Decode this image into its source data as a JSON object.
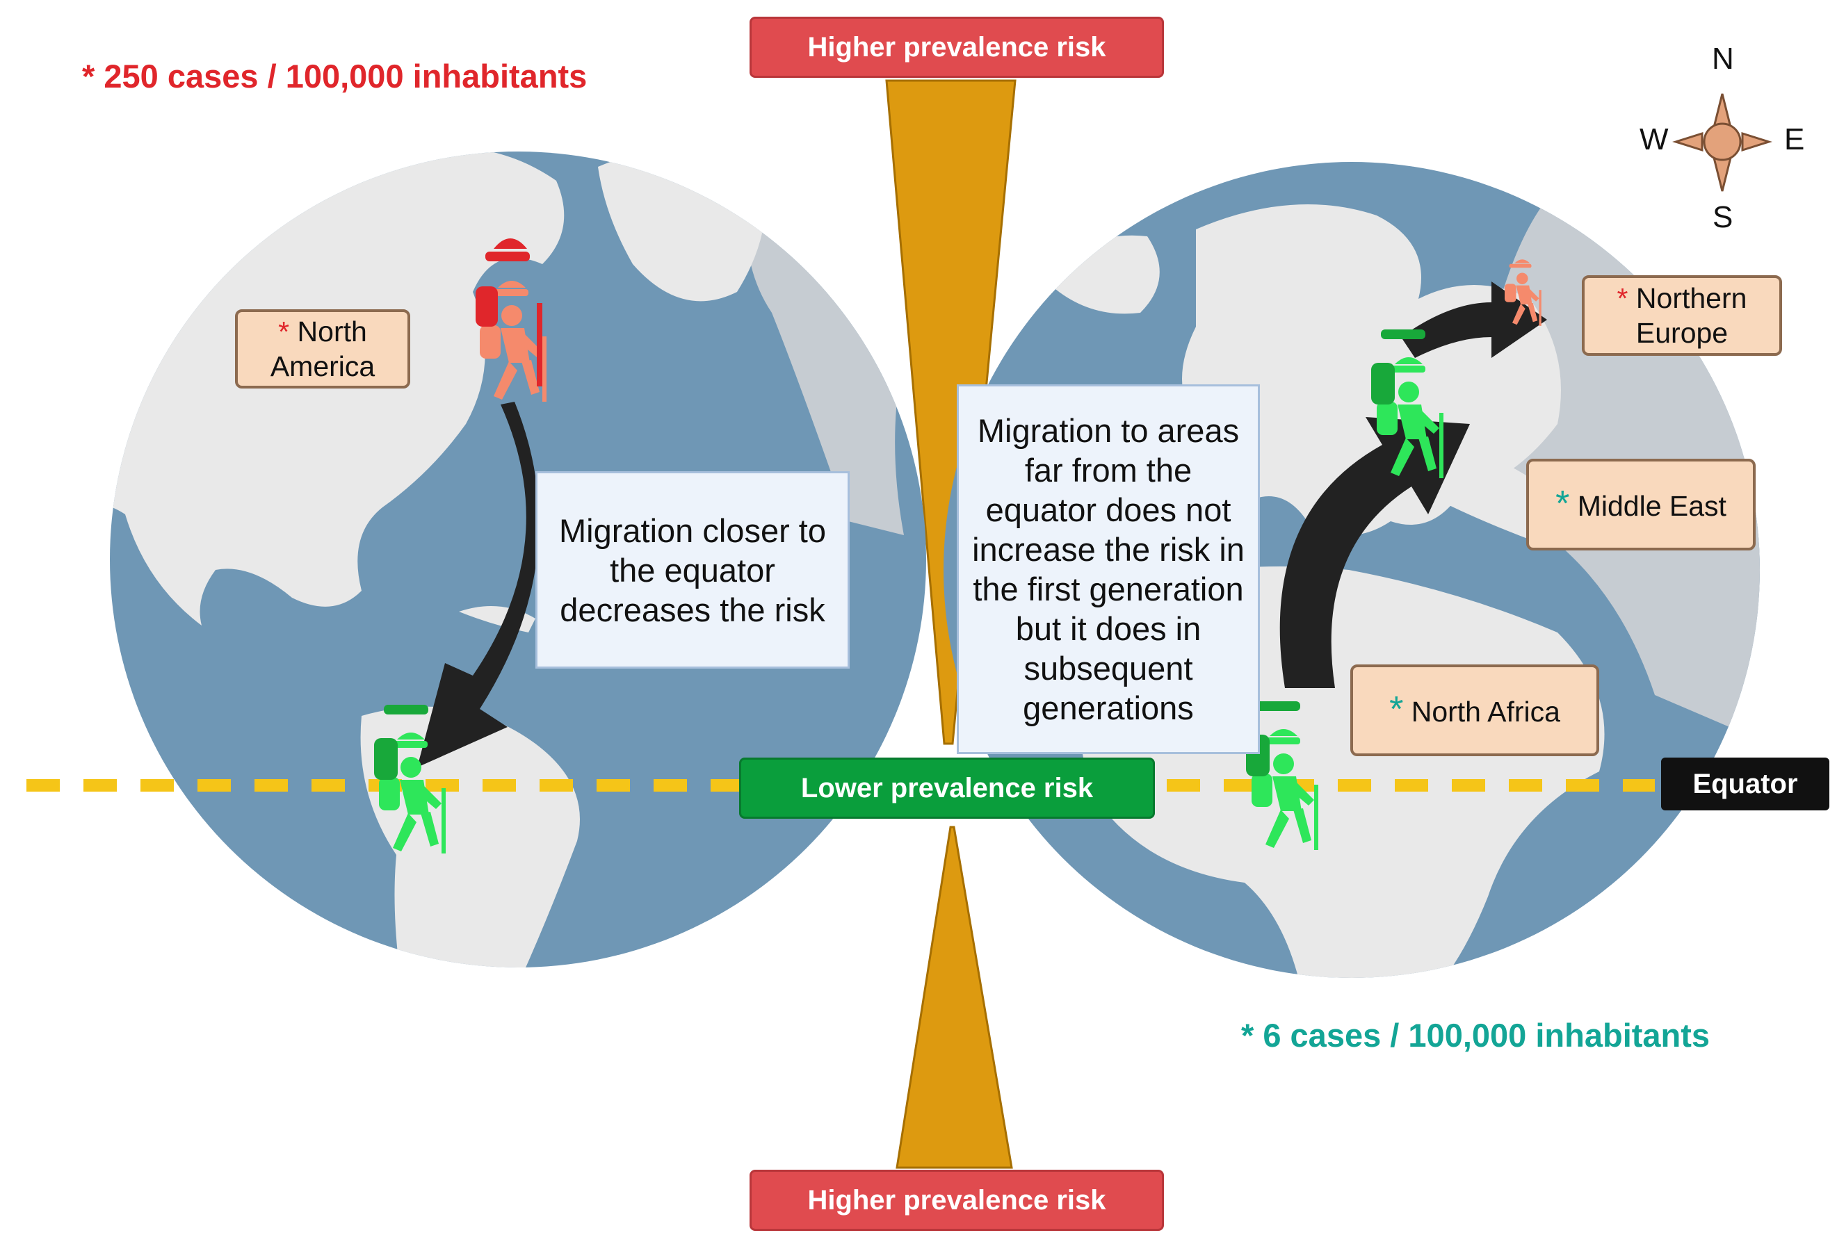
{
  "labels": {
    "high_risk_top": "Higher prevalence risk",
    "high_risk_bottom": "Higher prevalence risk",
    "low_risk": "Lower prevalence risk",
    "equator": "Equator",
    "stat_high": "* 250 cases / 100,000 inhabitants",
    "stat_low": "* 6 cases / 100,000 inhabitants"
  },
  "regions": {
    "north_america": "North America",
    "northern_europe": "Northern Europe",
    "middle_east": "Middle East",
    "north_africa": "North Africa",
    "star": "*"
  },
  "notes": {
    "closer": "Migration closer to the equator decreases the risk",
    "far": "Migration to areas far from the equator does not increase the risk in the first generation but it does in subsequent generations"
  },
  "compass": {
    "n": "N",
    "s": "S",
    "e": "E",
    "w": "W"
  },
  "colors": {
    "high_risk": "#e04b4f",
    "low_risk": "#0a9e3c",
    "ocean": "#6f97b5",
    "land": "#e9e9e9",
    "equator_line": "#f5c518",
    "gradient_bar": "#dd9a10",
    "high_risk_person": "#f58a6c",
    "low_risk_person": "#2ee65a"
  },
  "icons": [
    "hiker-icon",
    "arrow-icon",
    "compass-rose-icon",
    "globe-icon"
  ]
}
